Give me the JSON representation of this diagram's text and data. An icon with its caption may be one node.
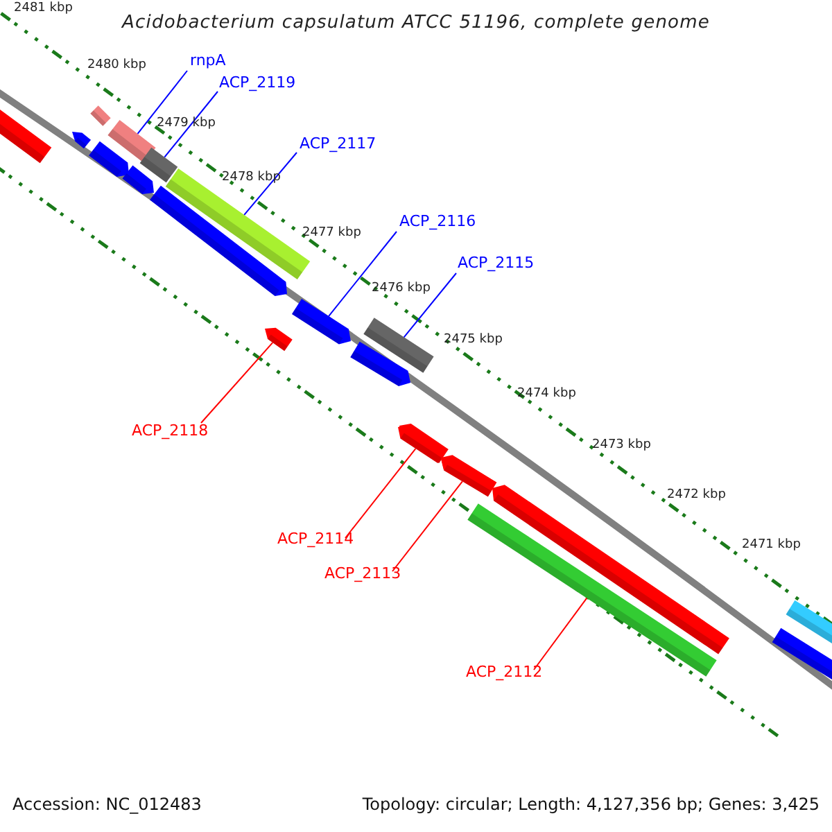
{
  "diagram": {
    "title": "Acidobacterium capsulatum ATCC 51196, complete genome",
    "nodes": [
      {
        "text": [
          "rnpA"
        ]
      },
      {
        "text": [
          "ACP_2119"
        ]
      },
      {
        "text": [
          "ACP_2117"
        ]
      },
      {
        "text": [
          "ACP_2116"
        ]
      },
      {
        "text": [
          "ACP_2115"
        ]
      },
      {
        "text": [
          "ACP_2118"
        ]
      },
      {
        "text": [
          "ACP_2114"
        ]
      },
      {
        "text": [
          "ACP_2113"
        ]
      },
      {
        "text": [
          "ACP_2112"
        ]
      },
      {
        "text": [],
        "shape": "bar"
      },
      {
        "text": [],
        "shape": "bar"
      },
      {
        "text": [],
        "shape": "bar"
      },
      {
        "text": [],
        "shape": "bar"
      },
      {
        "text": [],
        "shape": "bar"
      },
      {
        "text": [],
        "shape": "bar"
      },
      {
        "text": [],
        "shape": "bar"
      },
      {
        "text": [],
        "shape": "bar"
      },
      {
        "text": [],
        "shape": "bar"
      }
    ],
    "edges": [
      {
        "from": 0,
        "to": 9,
        "arrow": "none"
      },
      {
        "from": 1,
        "to": 10,
        "arrow": "none"
      },
      {
        "from": 2,
        "to": 11,
        "arrow": "none"
      },
      {
        "from": 3,
        "to": 13,
        "arrow": "none"
      },
      {
        "from": 4,
        "to": 14,
        "arrow": "none"
      },
      {
        "from": 5,
        "to": 12,
        "arrow": "none",
        "color": "#ff0000"
      },
      {
        "from": 6,
        "to": 15,
        "arrow": "none",
        "color": "#ff0000"
      },
      {
        "from": 7,
        "to": 16,
        "arrow": "none",
        "color": "#ff0000"
      },
      {
        "from": 8,
        "to": 17,
        "arrow": "none",
        "color": "#ff0000"
      }
    ],
    "labels": [
      "2481 kbp",
      "2480 kbp",
      "2479 kbp",
      "2478 kbp",
      "2477 kbp",
      "2476 kbp",
      "2475 kbp",
      "2474 kbp",
      "2473 kbp",
      "2472 kbp",
      "2471 kbp",
      "Accession: NC_012483",
      "Topology: circular; Length: 4,127,356 bp; Genes: 3,425"
    ]
  }
}
